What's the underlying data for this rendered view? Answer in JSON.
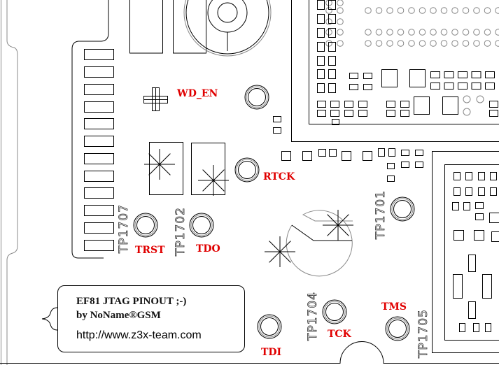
{
  "signals": {
    "wd_en": "WD_EN",
    "rtck": "RTCK",
    "trst": "TRST",
    "tdo": "TDO",
    "tdi": "TDI",
    "tck": "TCK",
    "tms": "TMS"
  },
  "test_points": {
    "tp1707": "TP1707",
    "tp1702": "TP1702",
    "tp1701": "TP1701",
    "tp1704": "TP1704",
    "tp1705": "TP1705"
  },
  "note": {
    "title": "EF81 JTAG PINOUT ;-)",
    "author": "by NoName®GSM",
    "url": "http://www.z3x-team.com"
  },
  "colors": {
    "label": "#e00000",
    "lines": "#000000"
  }
}
